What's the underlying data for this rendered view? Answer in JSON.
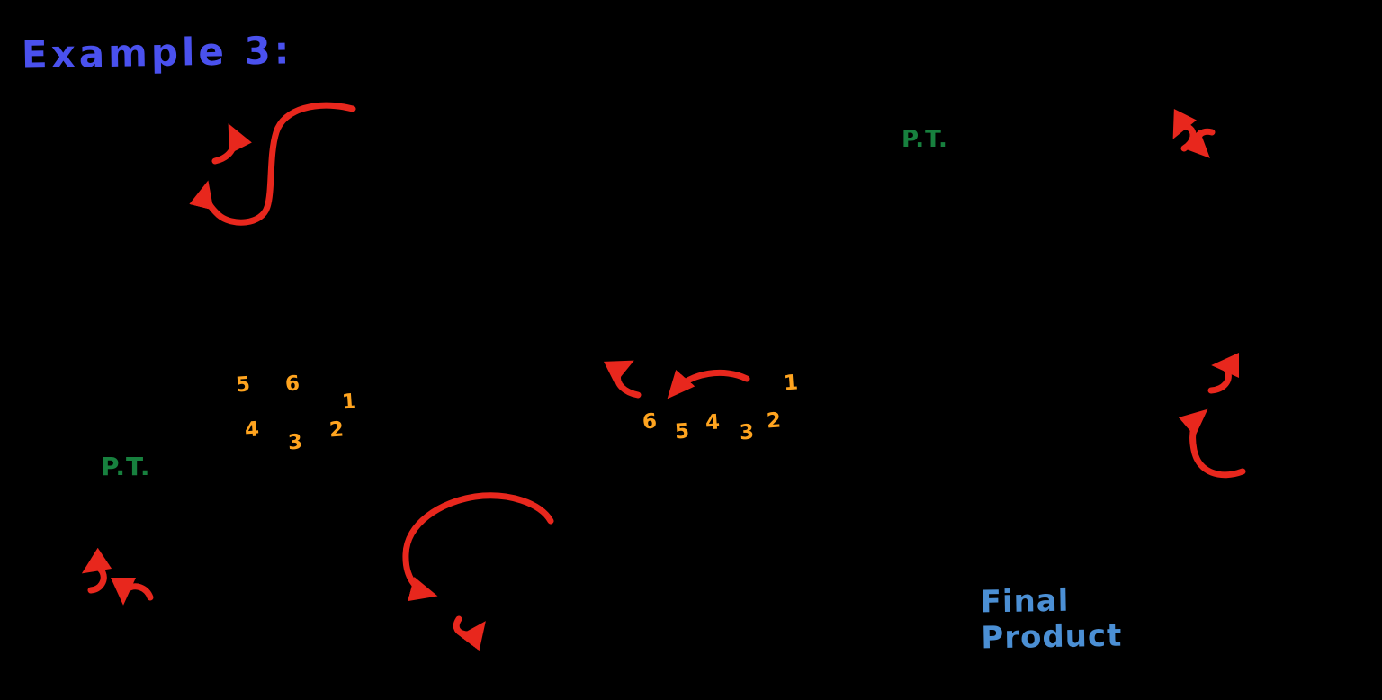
{
  "canvas": {
    "background": "#000000"
  },
  "colors": {
    "background": "#000000",
    "title": "#4a51ee",
    "arrow": "#e8271d",
    "numbering": "#ffa41f",
    "proton_transfer": "#17803e",
    "final_product": "#4b8fd4"
  },
  "title": "Example 3:",
  "labels": {
    "proton_transfer_top": "P.T.",
    "proton_transfer_left": "P.T.",
    "final_product_line1": "Final",
    "final_product_line2": "Product"
  },
  "numbering": {
    "ring_left": [
      "5",
      "6",
      "1",
      "4",
      "3",
      "2"
    ],
    "chain_right": [
      "1",
      "2",
      "3",
      "4",
      "5",
      "6"
    ]
  }
}
